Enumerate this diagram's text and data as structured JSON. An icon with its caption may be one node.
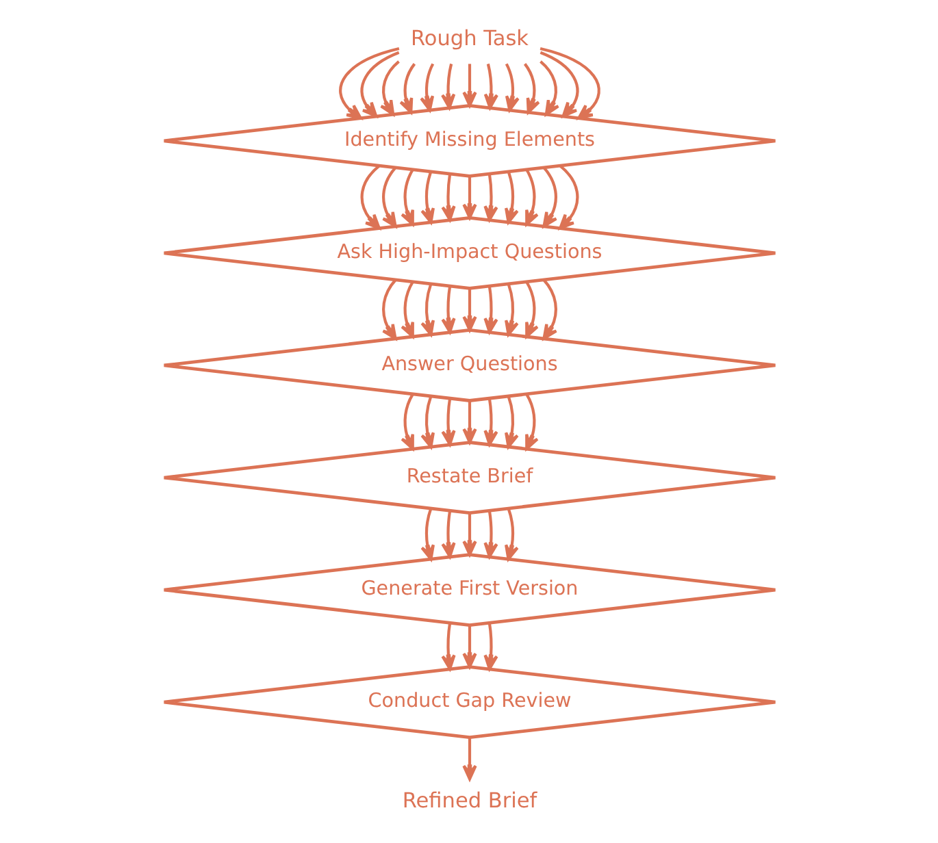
{
  "diagram": {
    "nodes": [
      {
        "text": [
          "Rough Task"
        ]
      },
      {
        "text": [
          "Identify Missing Elements"
        ]
      },
      {
        "text": [
          "Ask High-Impact Questions"
        ]
      },
      {
        "text": [
          "Answer Questions"
        ]
      },
      {
        "text": [
          "Restate Brief"
        ]
      },
      {
        "text": [
          "Generate First Version"
        ]
      },
      {
        "text": [
          "Conduct Gap Review"
        ]
      },
      {
        "text": [
          "Refined Brief"
        ]
      }
    ],
    "edges": [
      {
        "from": 0,
        "to": 1,
        "arrow": "to"
      },
      {
        "from": 0,
        "to": 1,
        "arrow": "to"
      },
      {
        "from": 0,
        "to": 1,
        "arrow": "to"
      },
      {
        "from": 0,
        "to": 1,
        "arrow": "to"
      },
      {
        "from": 0,
        "to": 1,
        "arrow": "to"
      },
      {
        "from": 0,
        "to": 1,
        "arrow": "to"
      },
      {
        "from": 0,
        "to": 1,
        "arrow": "to"
      },
      {
        "from": 0,
        "to": 1,
        "arrow": "to"
      },
      {
        "from": 0,
        "to": 1,
        "arrow": "to"
      },
      {
        "from": 0,
        "to": 1,
        "arrow": "to"
      },
      {
        "from": 0,
        "to": 1,
        "arrow": "to"
      },
      {
        "from": 0,
        "to": 1,
        "arrow": "to"
      },
      {
        "from": 0,
        "to": 1,
        "arrow": "to"
      },
      {
        "from": 1,
        "to": 2,
        "arrow": "to"
      },
      {
        "from": 1,
        "to": 2,
        "arrow": "to"
      },
      {
        "from": 1,
        "to": 2,
        "arrow": "to"
      },
      {
        "from": 1,
        "to": 2,
        "arrow": "to"
      },
      {
        "from": 1,
        "to": 2,
        "arrow": "to"
      },
      {
        "from": 1,
        "to": 2,
        "arrow": "to"
      },
      {
        "from": 1,
        "to": 2,
        "arrow": "to"
      },
      {
        "from": 1,
        "to": 2,
        "arrow": "to"
      },
      {
        "from": 1,
        "to": 2,
        "arrow": "to"
      },
      {
        "from": 1,
        "to": 2,
        "arrow": "to"
      },
      {
        "from": 1,
        "to": 2,
        "arrow": "to"
      },
      {
        "from": 2,
        "to": 3,
        "arrow": "to"
      },
      {
        "from": 2,
        "to": 3,
        "arrow": "to"
      },
      {
        "from": 2,
        "to": 3,
        "arrow": "to"
      },
      {
        "from": 2,
        "to": 3,
        "arrow": "to"
      },
      {
        "from": 2,
        "to": 3,
        "arrow": "to"
      },
      {
        "from": 2,
        "to": 3,
        "arrow": "to"
      },
      {
        "from": 2,
        "to": 3,
        "arrow": "to"
      },
      {
        "from": 2,
        "to": 3,
        "arrow": "to"
      },
      {
        "from": 2,
        "to": 3,
        "arrow": "to"
      },
      {
        "from": 3,
        "to": 4,
        "arrow": "to"
      },
      {
        "from": 3,
        "to": 4,
        "arrow": "to"
      },
      {
        "from": 3,
        "to": 4,
        "arrow": "to"
      },
      {
        "from": 3,
        "to": 4,
        "arrow": "to"
      },
      {
        "from": 3,
        "to": 4,
        "arrow": "to"
      },
      {
        "from": 3,
        "to": 4,
        "arrow": "to"
      },
      {
        "from": 3,
        "to": 4,
        "arrow": "to"
      },
      {
        "from": 4,
        "to": 5,
        "arrow": "to"
      },
      {
        "from": 4,
        "to": 5,
        "arrow": "to"
      },
      {
        "from": 4,
        "to": 5,
        "arrow": "to"
      },
      {
        "from": 4,
        "to": 5,
        "arrow": "to"
      },
      {
        "from": 4,
        "to": 5,
        "arrow": "to"
      },
      {
        "from": 5,
        "to": 6,
        "arrow": "to"
      },
      {
        "from": 5,
        "to": 6,
        "arrow": "to"
      },
      {
        "from": 5,
        "to": 6,
        "arrow": "to"
      },
      {
        "from": 6,
        "to": 7,
        "arrow": "to"
      }
    ]
  }
}
